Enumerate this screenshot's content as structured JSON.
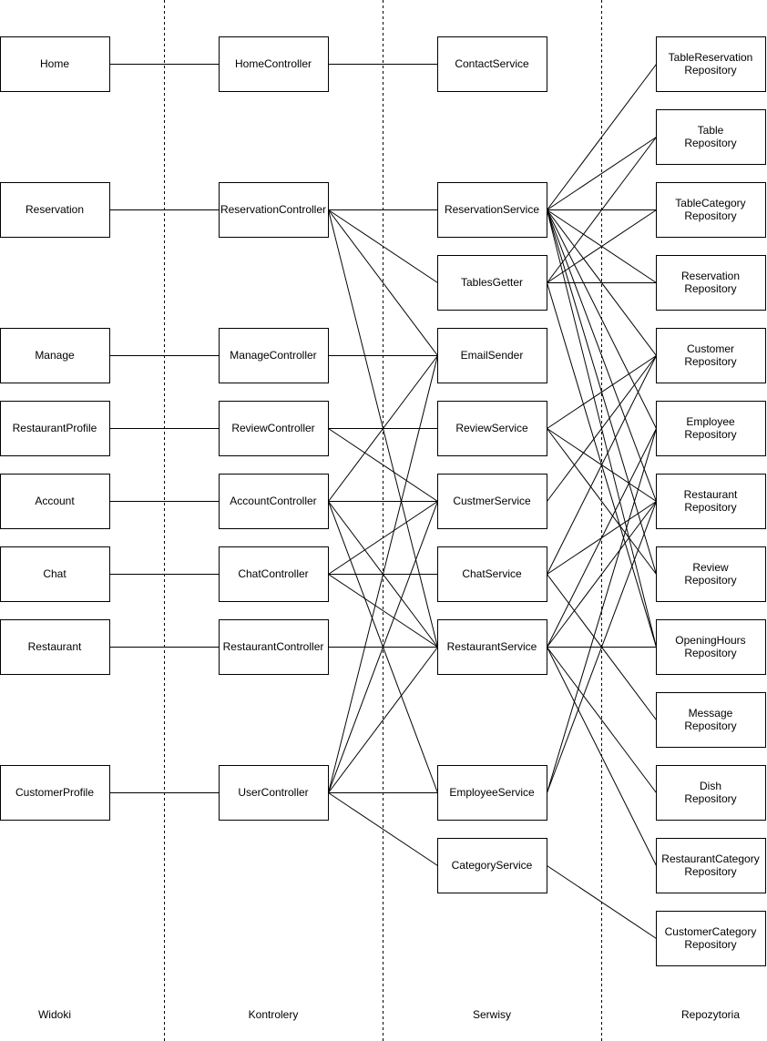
{
  "columns": [
    {
      "id": "views",
      "label": "Widoki"
    },
    {
      "id": "controllers",
      "label": "Kontrolery"
    },
    {
      "id": "services",
      "label": "Serwisy"
    },
    {
      "id": "repositories",
      "label": "Repozytoria"
    }
  ],
  "nodes": [
    {
      "id": "home",
      "col": 0,
      "row": 0,
      "lines": [
        "Home"
      ]
    },
    {
      "id": "reservation",
      "col": 0,
      "row": 2,
      "lines": [
        "Reservation"
      ]
    },
    {
      "id": "manage",
      "col": 0,
      "row": 4,
      "lines": [
        "Manage"
      ]
    },
    {
      "id": "restaurant-profile",
      "col": 0,
      "row": 5,
      "lines": [
        "RestaurantProfile"
      ]
    },
    {
      "id": "account",
      "col": 0,
      "row": 6,
      "lines": [
        "Account"
      ]
    },
    {
      "id": "chat",
      "col": 0,
      "row": 7,
      "lines": [
        "Chat"
      ]
    },
    {
      "id": "restaurant",
      "col": 0,
      "row": 8,
      "lines": [
        "Restaurant"
      ]
    },
    {
      "id": "customer-profile",
      "col": 0,
      "row": 10,
      "lines": [
        "CustomerProfile"
      ]
    },
    {
      "id": "home-controller",
      "col": 1,
      "row": 0,
      "lines": [
        "HomeController"
      ]
    },
    {
      "id": "reservation-controller",
      "col": 1,
      "row": 2,
      "lines": [
        "ReservationController"
      ]
    },
    {
      "id": "manage-controller",
      "col": 1,
      "row": 4,
      "lines": [
        "ManageController"
      ]
    },
    {
      "id": "review-controller",
      "col": 1,
      "row": 5,
      "lines": [
        "ReviewController"
      ]
    },
    {
      "id": "account-controller",
      "col": 1,
      "row": 6,
      "lines": [
        "AccountController"
      ]
    },
    {
      "id": "chat-controller",
      "col": 1,
      "row": 7,
      "lines": [
        "ChatController"
      ]
    },
    {
      "id": "restaurant-controller",
      "col": 1,
      "row": 8,
      "lines": [
        "RestaurantController"
      ]
    },
    {
      "id": "user-controller",
      "col": 1,
      "row": 10,
      "lines": [
        "UserController"
      ]
    },
    {
      "id": "contact-service",
      "col": 2,
      "row": 0,
      "lines": [
        "ContactService"
      ]
    },
    {
      "id": "reservation-service",
      "col": 2,
      "row": 2,
      "lines": [
        "ReservationService"
      ]
    },
    {
      "id": "tables-getter",
      "col": 2,
      "row": 3,
      "lines": [
        "TablesGetter"
      ]
    },
    {
      "id": "email-sender",
      "col": 2,
      "row": 4,
      "lines": [
        "EmailSender"
      ]
    },
    {
      "id": "review-service",
      "col": 2,
      "row": 5,
      "lines": [
        "ReviewService"
      ]
    },
    {
      "id": "customer-service",
      "col": 2,
      "row": 6,
      "lines": [
        "CustmerService"
      ]
    },
    {
      "id": "chat-service",
      "col": 2,
      "row": 7,
      "lines": [
        "ChatService"
      ]
    },
    {
      "id": "restaurant-service",
      "col": 2,
      "row": 8,
      "lines": [
        "RestaurantService"
      ]
    },
    {
      "id": "employee-service",
      "col": 2,
      "row": 10,
      "lines": [
        "EmployeeService"
      ]
    },
    {
      "id": "category-service",
      "col": 2,
      "row": 11,
      "lines": [
        "CategoryService"
      ]
    },
    {
      "id": "table-reservation-repo",
      "col": 3,
      "row": 0,
      "lines": [
        "TableReservation",
        "Repository"
      ]
    },
    {
      "id": "table-repo",
      "col": 3,
      "row": 1,
      "lines": [
        "Table",
        "Repository"
      ]
    },
    {
      "id": "table-category-repo",
      "col": 3,
      "row": 2,
      "lines": [
        "TableCategory",
        "Repository"
      ]
    },
    {
      "id": "reservation-repo",
      "col": 3,
      "row": 3,
      "lines": [
        "Reservation",
        "Repository"
      ]
    },
    {
      "id": "customer-repo",
      "col": 3,
      "row": 4,
      "lines": [
        "Customer",
        "Repository"
      ]
    },
    {
      "id": "employee-repo",
      "col": 3,
      "row": 5,
      "lines": [
        "Employee",
        "Repository"
      ]
    },
    {
      "id": "restaurant-repo",
      "col": 3,
      "row": 6,
      "lines": [
        "Restaurant",
        "Repository"
      ]
    },
    {
      "id": "review-repo",
      "col": 3,
      "row": 7,
      "lines": [
        "Review",
        "Repository"
      ]
    },
    {
      "id": "opening-hours-repo",
      "col": 3,
      "row": 8,
      "lines": [
        "OpeningHours",
        "Repository"
      ]
    },
    {
      "id": "message-repo",
      "col": 3,
      "row": 9,
      "lines": [
        "Message",
        "Repository"
      ]
    },
    {
      "id": "dish-repo",
      "col": 3,
      "row": 10,
      "lines": [
        "Dish",
        "Repository"
      ]
    },
    {
      "id": "restaurant-category-repo",
      "col": 3,
      "row": 11,
      "lines": [
        "RestaurantCategory",
        "Repository"
      ]
    },
    {
      "id": "customer-category-repo",
      "col": 3,
      "row": 12,
      "lines": [
        "CustomerCategory",
        "Repository"
      ]
    }
  ],
  "edges": [
    [
      "home",
      "home-controller"
    ],
    [
      "reservation",
      "reservation-controller"
    ],
    [
      "manage",
      "manage-controller"
    ],
    [
      "restaurant-profile",
      "review-controller"
    ],
    [
      "account",
      "account-controller"
    ],
    [
      "chat",
      "chat-controller"
    ],
    [
      "restaurant",
      "restaurant-controller"
    ],
    [
      "customer-profile",
      "user-controller"
    ],
    [
      "home-controller",
      "contact-service"
    ],
    [
      "reservation-controller",
      "reservation-service"
    ],
    [
      "reservation-controller",
      "tables-getter"
    ],
    [
      "reservation-controller",
      "email-sender"
    ],
    [
      "reservation-controller",
      "restaurant-service"
    ],
    [
      "manage-controller",
      "email-sender"
    ],
    [
      "review-controller",
      "review-service"
    ],
    [
      "review-controller",
      "customer-service"
    ],
    [
      "account-controller",
      "email-sender"
    ],
    [
      "account-controller",
      "customer-service"
    ],
    [
      "account-controller",
      "restaurant-service"
    ],
    [
      "account-controller",
      "employee-service"
    ],
    [
      "chat-controller",
      "chat-service"
    ],
    [
      "chat-controller",
      "customer-service"
    ],
    [
      "chat-controller",
      "restaurant-service"
    ],
    [
      "restaurant-controller",
      "restaurant-service"
    ],
    [
      "user-controller",
      "customer-service"
    ],
    [
      "user-controller",
      "restaurant-service"
    ],
    [
      "user-controller",
      "employee-service"
    ],
    [
      "user-controller",
      "category-service"
    ],
    [
      "user-controller",
      "email-sender"
    ],
    [
      "reservation-service",
      "table-reservation-repo"
    ],
    [
      "reservation-service",
      "table-repo"
    ],
    [
      "reservation-service",
      "table-category-repo"
    ],
    [
      "reservation-service",
      "reservation-repo"
    ],
    [
      "reservation-service",
      "customer-repo"
    ],
    [
      "reservation-service",
      "employee-repo"
    ],
    [
      "reservation-service",
      "restaurant-repo"
    ],
    [
      "reservation-service",
      "review-repo"
    ],
    [
      "reservation-service",
      "opening-hours-repo"
    ],
    [
      "tables-getter",
      "table-repo"
    ],
    [
      "tables-getter",
      "table-category-repo"
    ],
    [
      "tables-getter",
      "reservation-repo"
    ],
    [
      "tables-getter",
      "opening-hours-repo"
    ],
    [
      "review-service",
      "customer-repo"
    ],
    [
      "review-service",
      "restaurant-repo"
    ],
    [
      "review-service",
      "review-repo"
    ],
    [
      "customer-service",
      "customer-repo"
    ],
    [
      "chat-service",
      "customer-repo"
    ],
    [
      "chat-service",
      "restaurant-repo"
    ],
    [
      "chat-service",
      "message-repo"
    ],
    [
      "restaurant-service",
      "restaurant-repo"
    ],
    [
      "restaurant-service",
      "opening-hours-repo"
    ],
    [
      "restaurant-service",
      "dish-repo"
    ],
    [
      "restaurant-service",
      "restaurant-category-repo"
    ],
    [
      "restaurant-service",
      "employee-repo"
    ],
    [
      "employee-service",
      "employee-repo"
    ],
    [
      "employee-service",
      "restaurant-repo"
    ],
    [
      "category-service",
      "customer-category-repo"
    ]
  ]
}
